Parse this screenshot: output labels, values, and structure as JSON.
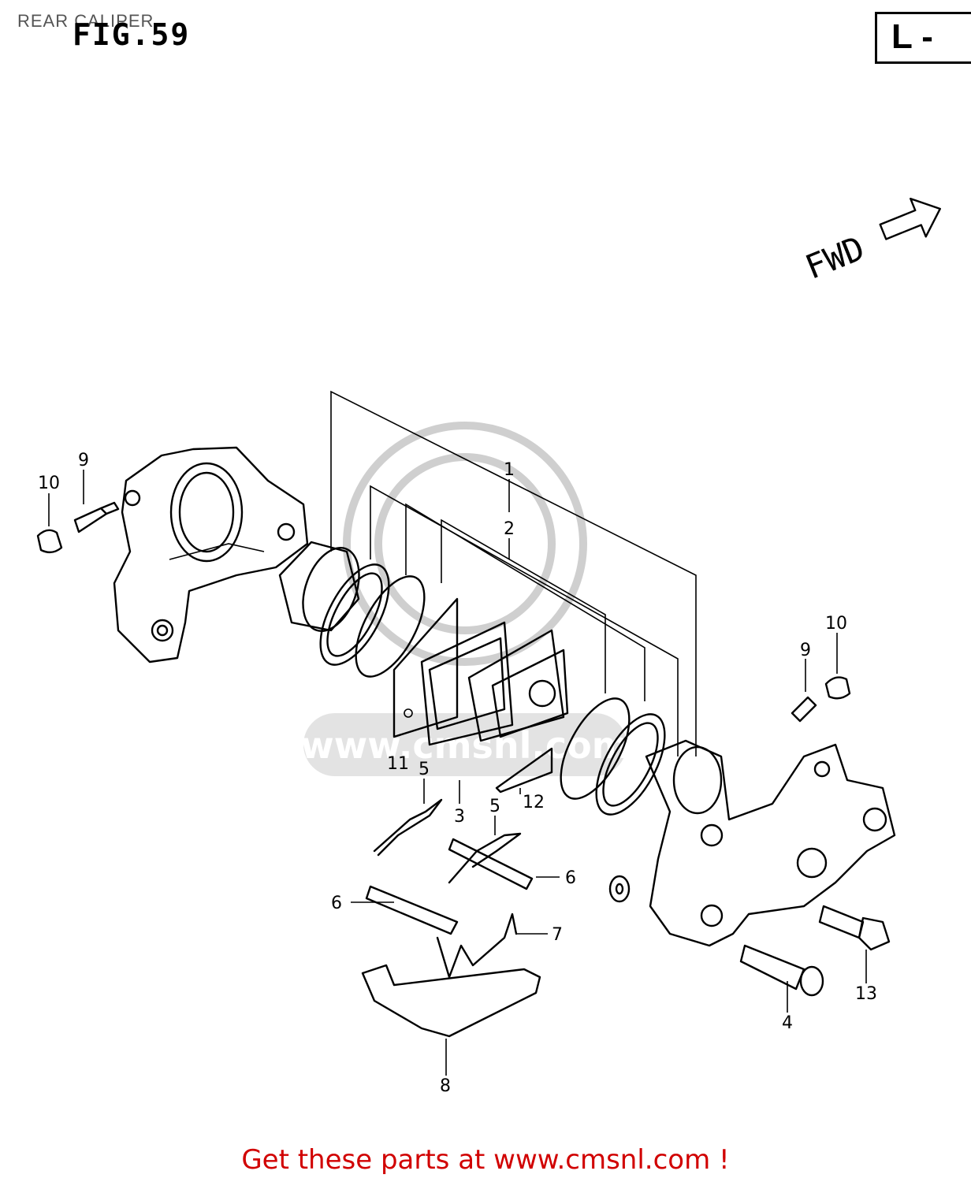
{
  "caption": "REAR CALIPER",
  "figure_title": "FIG.59",
  "series_label": "L -",
  "direction_label": "FWD",
  "watermark_text": "www.cmsnl.com",
  "callouts": {
    "c1": "1",
    "c2": "2",
    "c3": "3",
    "c4": "4",
    "c5a": "5",
    "c5b": "5",
    "c6a": "6",
    "c6b": "6",
    "c7": "7",
    "c8": "8",
    "c9a": "9",
    "c9b": "9",
    "c10a": "10",
    "c10b": "10",
    "c11": "11",
    "c12": "12",
    "c13": "13"
  },
  "footer_text": "Get these parts at www.cmsnl.com !",
  "colors": {
    "footer": "#d10000",
    "watermark": "#cfcfcf",
    "line": "#000000"
  }
}
